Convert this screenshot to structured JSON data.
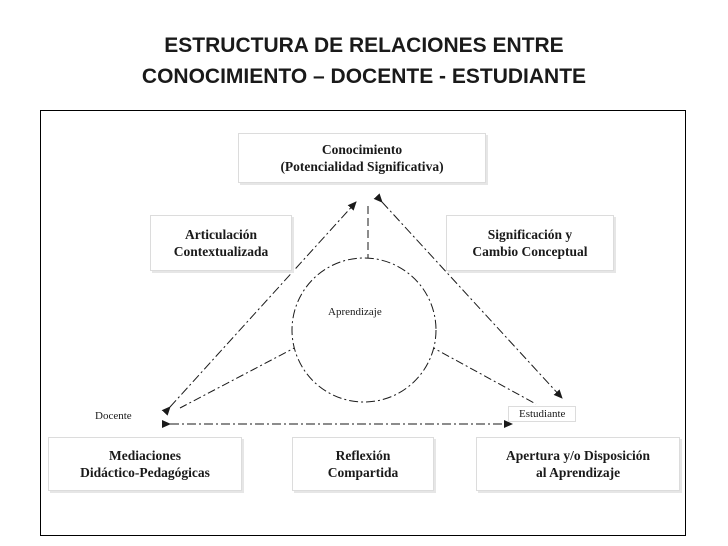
{
  "slide": {
    "title_line1": "ESTRUCTURA DE RELACIONES ENTRE",
    "title_line2": "CONOCIMIENTO – DOCENTE - ESTUDIANTE"
  },
  "diagram": {
    "conocimiento": {
      "line1": "Conocimiento",
      "line2": "(Potencialidad Significativa)"
    },
    "articulacion": {
      "line1": "Articulación",
      "line2": "Contextualizada"
    },
    "significacion": {
      "line1": "Significación y",
      "line2": "Cambio Conceptual"
    },
    "aprendizaje": "Aprendizaje",
    "docente": "Docente",
    "estudiante": "Estudiante",
    "mediaciones": {
      "line1": "Mediaciones",
      "line2": "Didáctico-Pedagógicas"
    },
    "reflexion": {
      "line1": "Reflexión",
      "line2": "Compartida"
    },
    "apertura": {
      "line1": "Apertura y/o Disposición",
      "line2": "al Aprendizaje"
    }
  }
}
